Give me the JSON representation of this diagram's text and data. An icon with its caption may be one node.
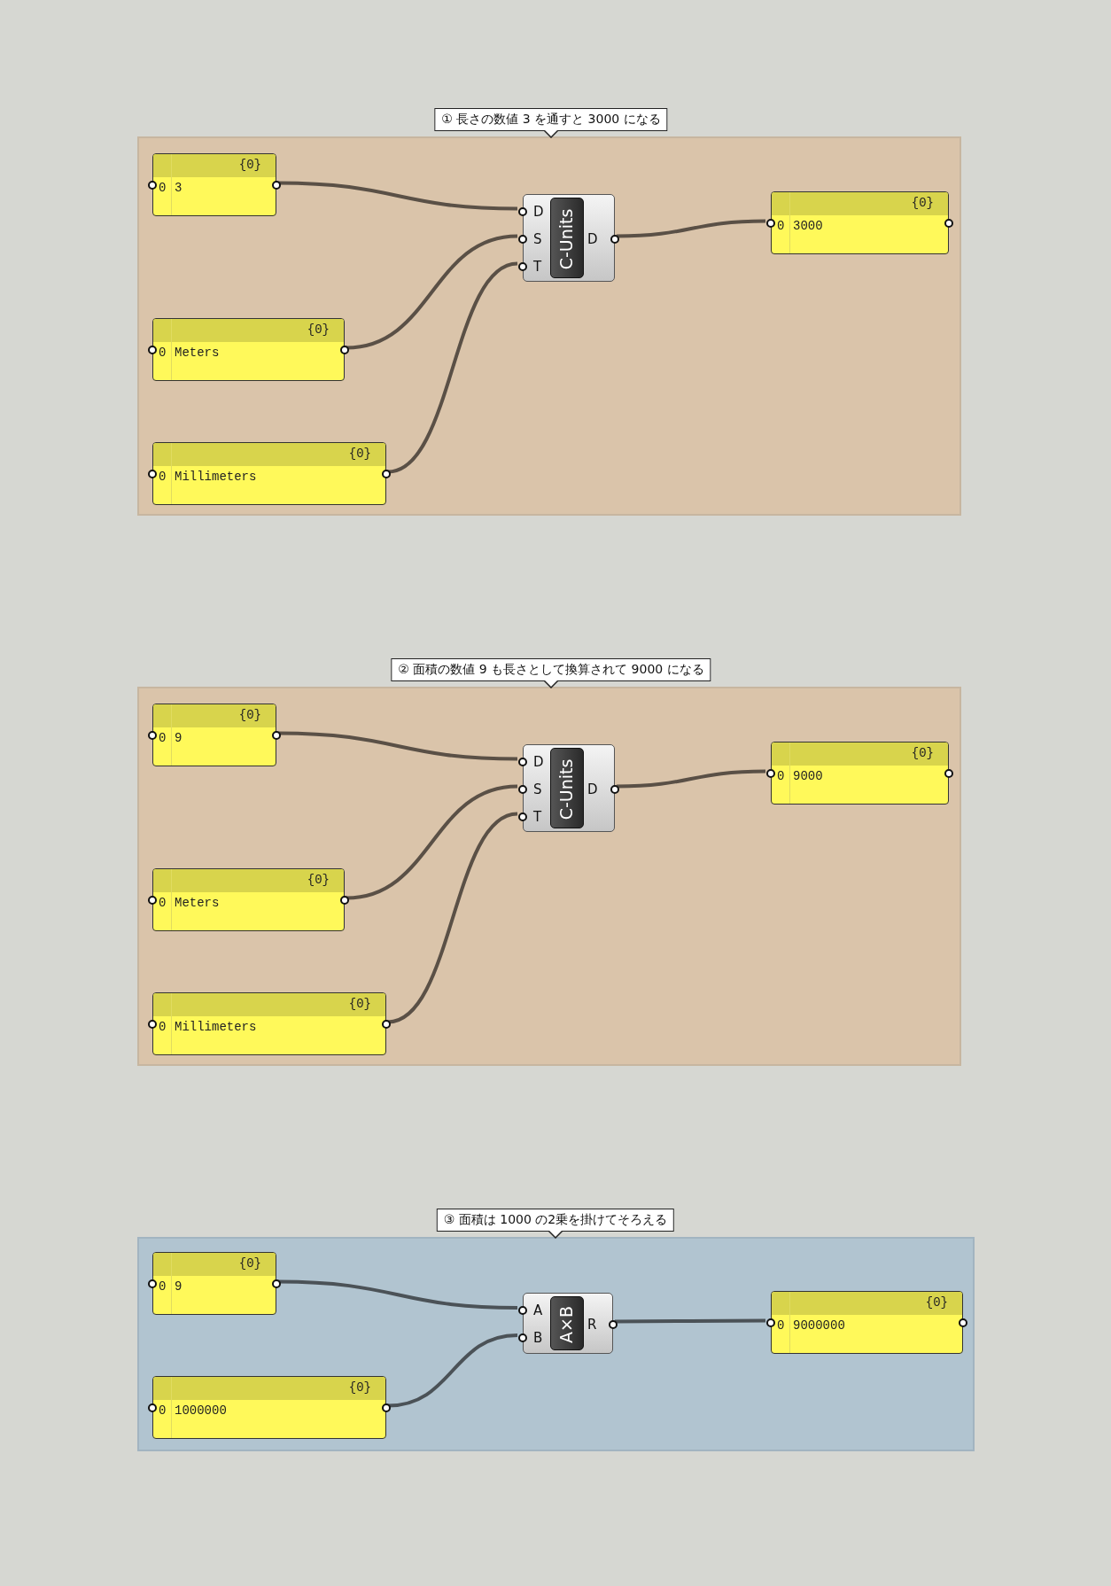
{
  "diagram": {
    "nodes": [
      {
        "text": [
          "① 長さの数値 3 を通すと 3000 になる"
        ]
      },
      {
        "text": [
          "{0}",
          "0",
          "3"
        ],
        "in": 0
      },
      {
        "text": [
          "{0}",
          "0",
          "Meters"
        ],
        "in": 0
      },
      {
        "text": [
          "{0}",
          "0",
          "Millimeters"
        ],
        "in": 0
      },
      {
        "text": [
          "D",
          "S",
          "T",
          "C-Units",
          "D"
        ],
        "in": 0
      },
      {
        "text": [
          "{0}",
          "0",
          "3000"
        ],
        "in": 0
      },
      {
        "text": [
          "② 面積の数値 9 も長さとして換算されて 9000 になる"
        ]
      },
      {
        "text": [
          "{0}",
          "0",
          "9"
        ],
        "in": 6
      },
      {
        "text": [
          "{0}",
          "0",
          "Meters"
        ],
        "in": 6
      },
      {
        "text": [
          "{0}",
          "0",
          "Millimeters"
        ],
        "in": 6
      },
      {
        "text": [
          "D",
          "S",
          "T",
          "C-Units",
          "D"
        ],
        "in": 6
      },
      {
        "text": [
          "{0}",
          "0",
          "9000"
        ],
        "in": 6
      },
      {
        "text": [
          "③ 面積は 1000 の2乗を掛けてそろえる"
        ]
      },
      {
        "text": [
          "{0}",
          "0",
          "9"
        ],
        "in": 12
      },
      {
        "text": [
          "{0}",
          "0",
          "1000000"
        ],
        "in": 12
      },
      {
        "text": [
          "A",
          "B",
          "A×B",
          "R"
        ],
        "in": 12
      },
      {
        "text": [
          "{0}",
          "0",
          "9000000"
        ],
        "in": 12
      }
    ],
    "edges": [
      {
        "from": 1,
        "to": 4,
        "arrow": "none"
      },
      {
        "from": 2,
        "to": 4,
        "arrow": "none"
      },
      {
        "from": 3,
        "to": 4,
        "arrow": "none"
      },
      {
        "from": 4,
        "to": 5,
        "arrow": "none"
      },
      {
        "from": 7,
        "to": 10,
        "arrow": "none"
      },
      {
        "from": 8,
        "to": 10,
        "arrow": "none"
      },
      {
        "from": 9,
        "to": 10,
        "arrow": "none"
      },
      {
        "from": 10,
        "to": 11,
        "arrow": "none"
      },
      {
        "from": 13,
        "to": 15,
        "arrow": "none",
        "color": "#4b5257"
      },
      {
        "from": 14,
        "to": 15,
        "arrow": "none",
        "color": "#4b5257"
      },
      {
        "from": 15,
        "to": 16,
        "arrow": "none",
        "color": "#4b5257"
      }
    ]
  }
}
